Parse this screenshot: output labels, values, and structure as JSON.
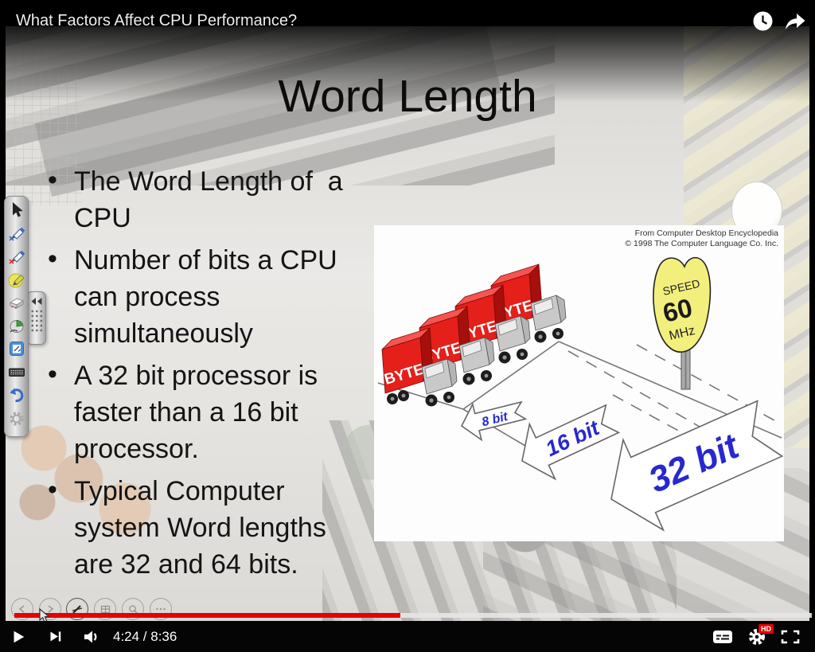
{
  "player": {
    "title": "What Factors Affect CPU Performance?",
    "time_display": "4:24 / 8:36",
    "current_time": "4:24",
    "duration": "8:36",
    "progress_percent": 48.4,
    "progress_color": "#e60000",
    "hd_badge": "HD",
    "control_icons": [
      "play-icon",
      "next-icon",
      "volume-icon",
      "captions-icon",
      "settings-gear-icon",
      "collapse-view-icon",
      "watch-later-clock-icon",
      "share-arrow-icon"
    ]
  },
  "slide": {
    "title": "Word Length",
    "bullets": [
      "The Word Length of  a CPU",
      "Number of bits a CPU can process simultaneously",
      "A 32 bit processor is faster than a 16 bit processor.",
      "Typical Computer system Word lengths are 32 and 64 bits."
    ],
    "illustration": {
      "credit_line1": "From Computer Desktop Encyclopedia",
      "credit_line2": "© 1998 The Computer Language Co. Inc.",
      "truck_label": "BYTE",
      "sign": {
        "line1": "SPEED",
        "line2": "60",
        "line3": "MHz"
      },
      "arrow_labels": [
        "8 bit",
        "16 bit",
        "32 bit"
      ],
      "arrow_label_color": "#2828cf",
      "truck_color": "#e51f1a",
      "sign_color": "#f3ef7d"
    }
  },
  "annotation_toolbar": {
    "tools": [
      "select-cursor",
      "pen-blue",
      "pen-red",
      "highlighter",
      "eraser",
      "mouse-draw",
      "notes",
      "keyboard",
      "undo",
      "settings"
    ]
  },
  "slideshow_nav": {
    "buttons": [
      "previous-slide",
      "next-slide",
      "pen-tools",
      "all-slides",
      "zoom",
      "more-options"
    ]
  }
}
